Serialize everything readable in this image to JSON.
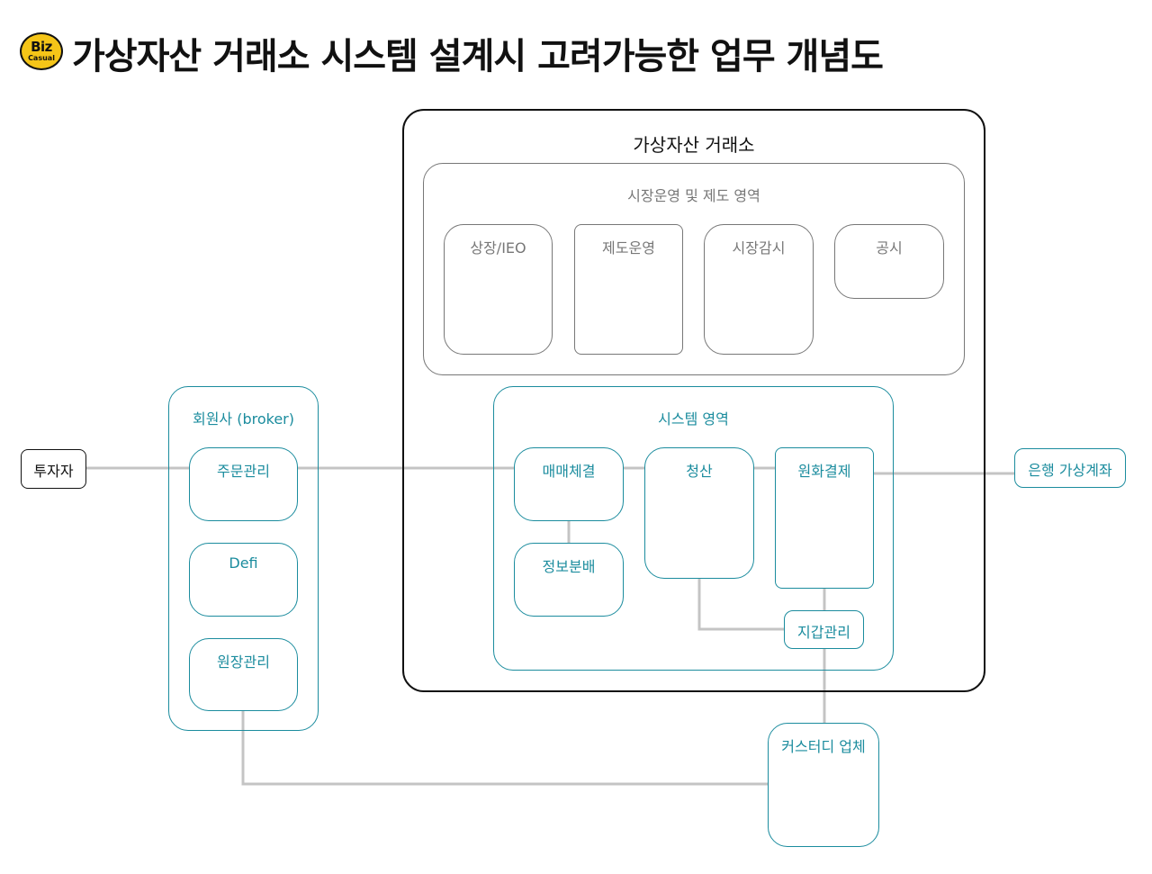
{
  "header": {
    "logo_line1": "Biz",
    "logo_line2": "Casual",
    "title": "가상자산 거래소 시스템 설계시 고려가능한 업무 개념도"
  },
  "exchange": {
    "title": "가상자산 거래소",
    "market_area": {
      "title": "시장운영 및 제도 영역",
      "items": [
        "상장/IEO",
        "제도운영",
        "시장감시",
        "공시"
      ]
    },
    "system_area": {
      "title": "시스템 영역",
      "matching": "매매체결",
      "info": "정보분배",
      "settlement": "청산",
      "krw_payment": "원화결제",
      "wallet": "지갑관리"
    }
  },
  "investor": "투자자",
  "broker": {
    "title": "회원사 (broker)",
    "items": [
      "주문관리",
      "Defi",
      "원장관리"
    ]
  },
  "bank": "은행 가상계좌",
  "custody": "커스터디 업체",
  "colors": {
    "teal": "#1b8c9e",
    "gray": "#777777",
    "connector": "#c4c4c4",
    "logo_yellow": "#f5c518"
  }
}
